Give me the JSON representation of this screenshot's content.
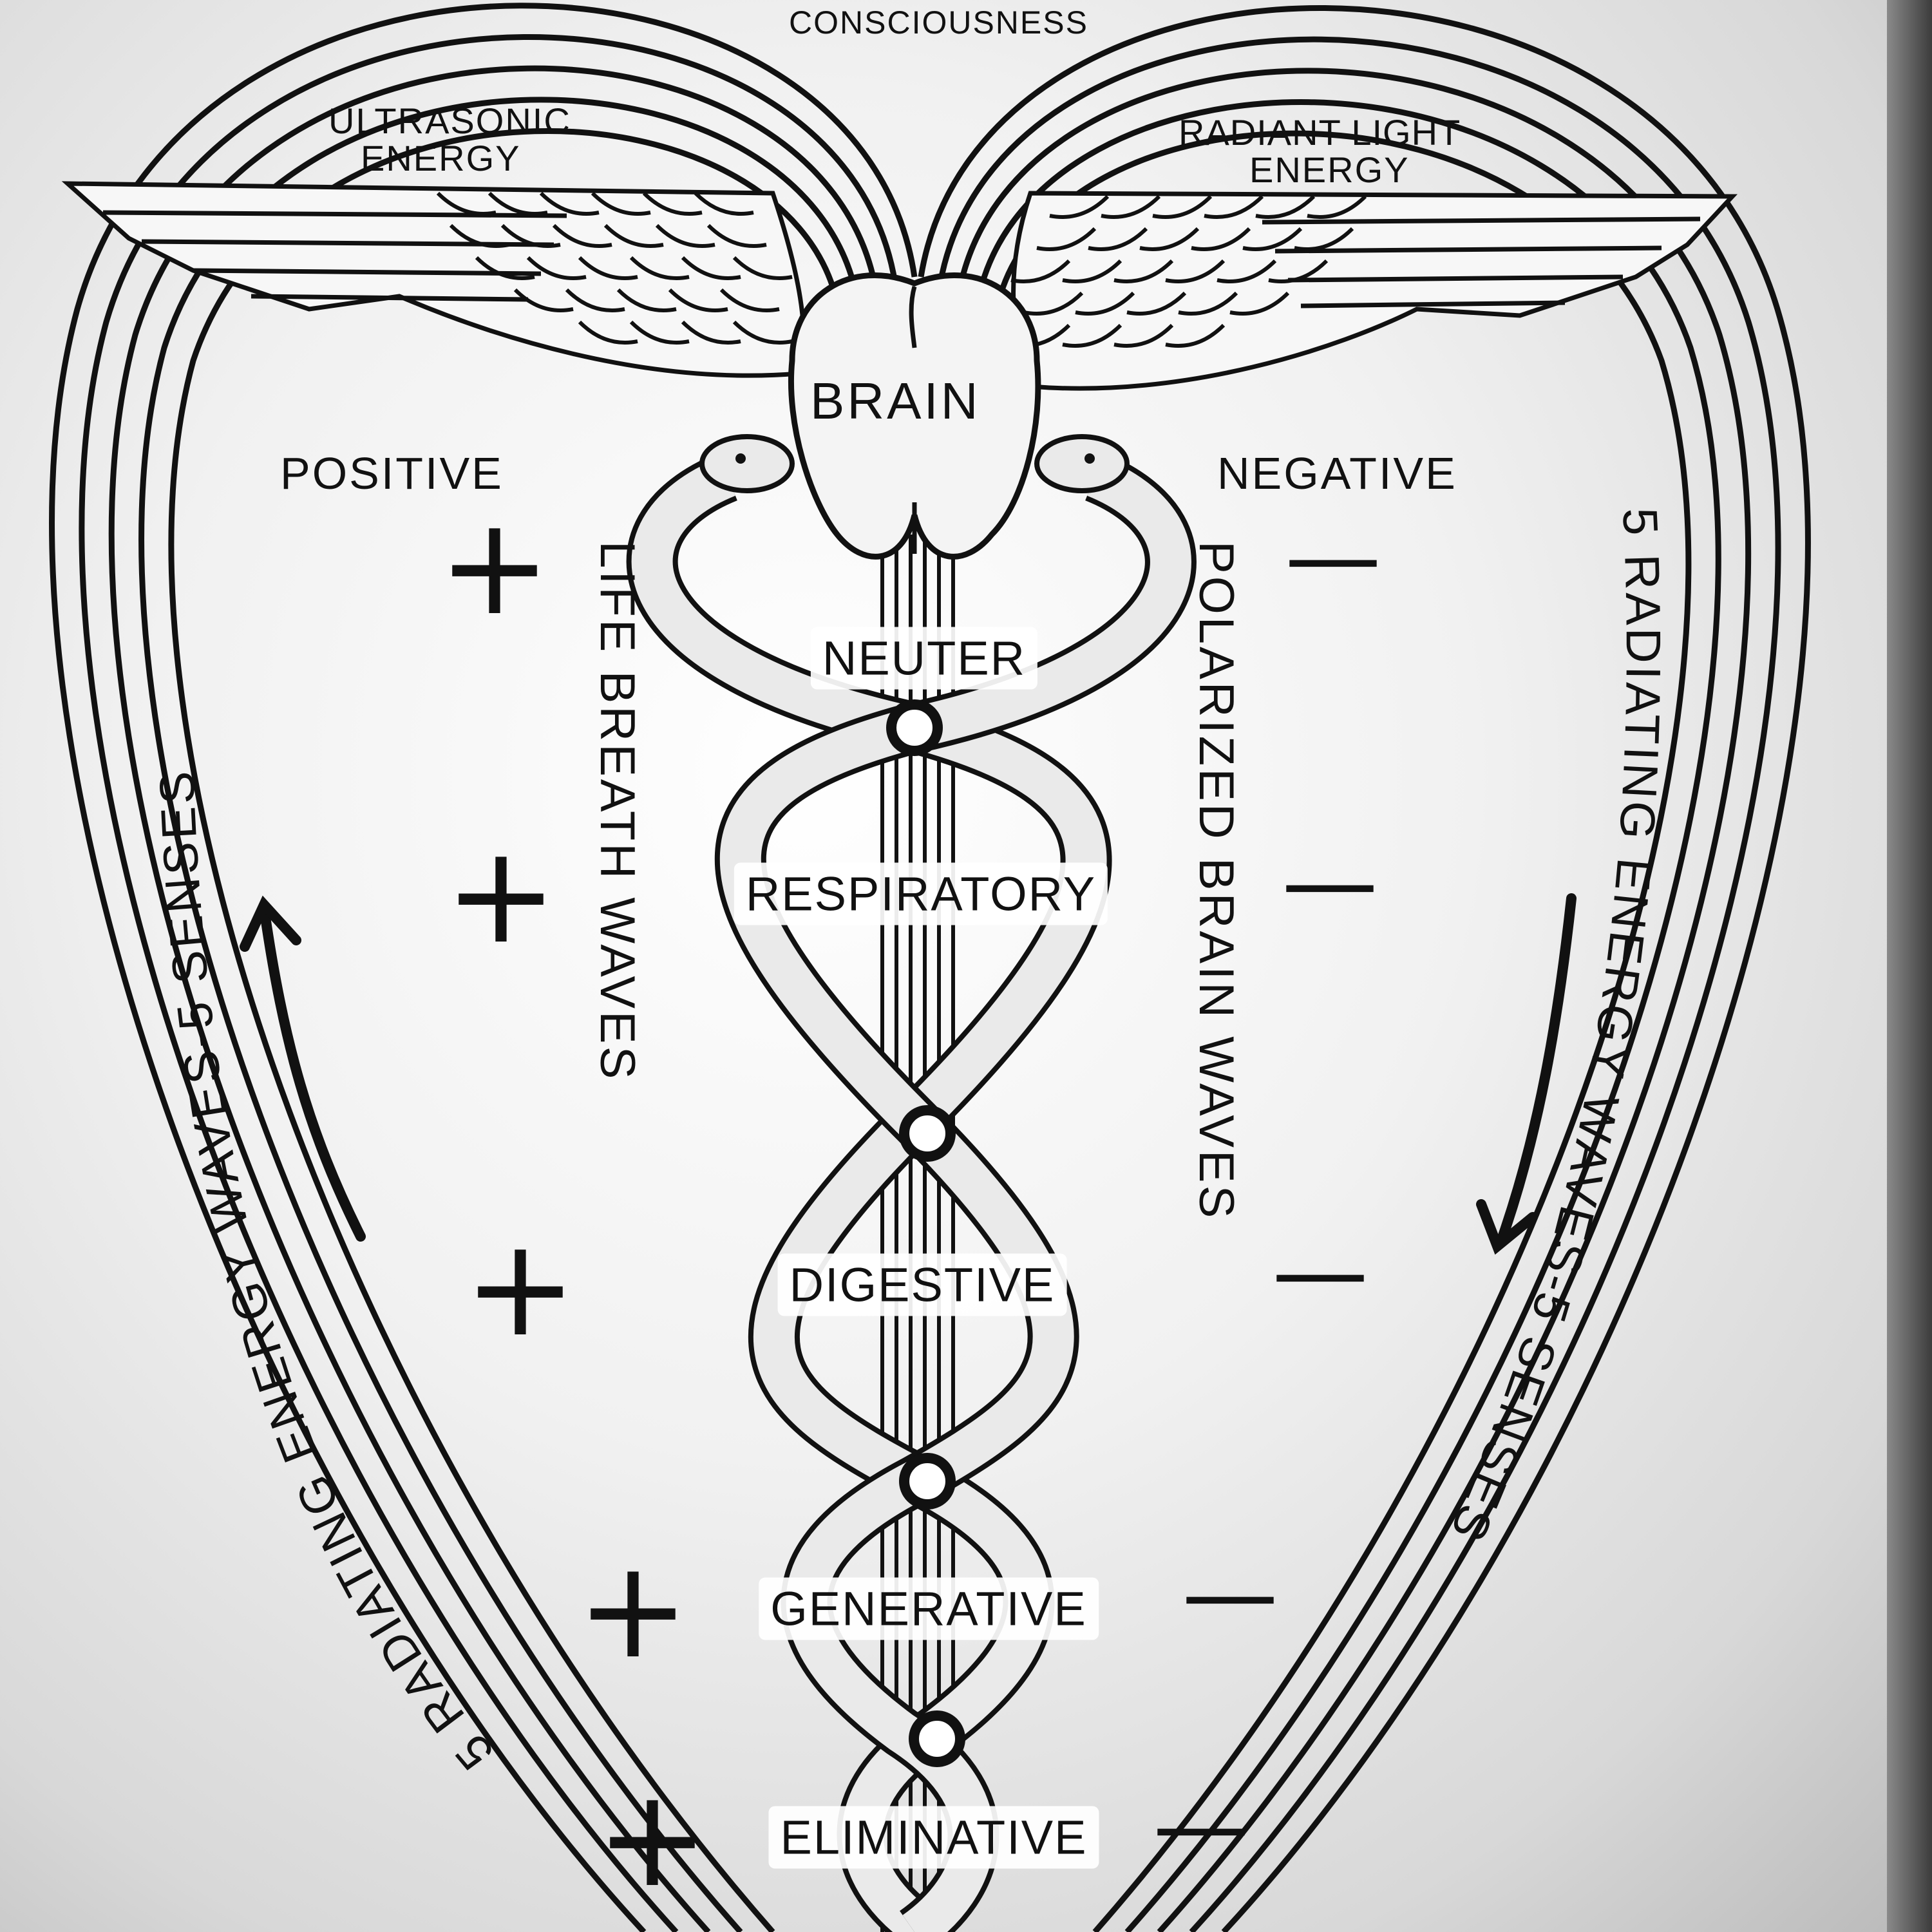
{
  "top_labels": {
    "consciousness": "CONSCIOUSNESS",
    "ultrasonic_line1": "ULTRASONIC",
    "ultrasonic_line2": "ENERGY",
    "radiant_line1": "RADIANT LIGHT",
    "radiant_line2": "ENERGY"
  },
  "center": {
    "brain": "BRAIN",
    "positive": "POSITIVE",
    "negative": "NEGATIVE"
  },
  "vertical_labels": {
    "left_inner": "LIFE BREATH WAVES",
    "right_inner": "POLARIZED BRAIN WAVES"
  },
  "arc_labels": {
    "left": "5 RADIATING ENERGY WAVES-5 SENSES",
    "right": "5 RADIATING ENERGY WAVES-5 SENSES"
  },
  "systems": [
    {
      "label": "NEUTER",
      "plus": "",
      "minus": ""
    },
    {
      "label": "RESPIRATORY",
      "plus": "+",
      "minus": "—"
    },
    {
      "label": "DIGESTIVE",
      "plus": "+",
      "minus": "—"
    },
    {
      "label": "GENERATIVE",
      "plus": "+",
      "minus": "—"
    },
    {
      "label": "ELIMINATIVE",
      "plus": "+",
      "minus": "—"
    }
  ],
  "top_signs": {
    "plus": "+",
    "minus": "—"
  },
  "colors": {
    "ink": "#111111",
    "paper": "#f4f4f4",
    "shadow": "#b9b9b9"
  },
  "icons": [
    "wing-left-icon",
    "wing-right-icon",
    "serpent-left-icon",
    "serpent-right-icon",
    "brain-icon",
    "staff-icon",
    "arrow-up-icon",
    "arrow-down-icon"
  ]
}
